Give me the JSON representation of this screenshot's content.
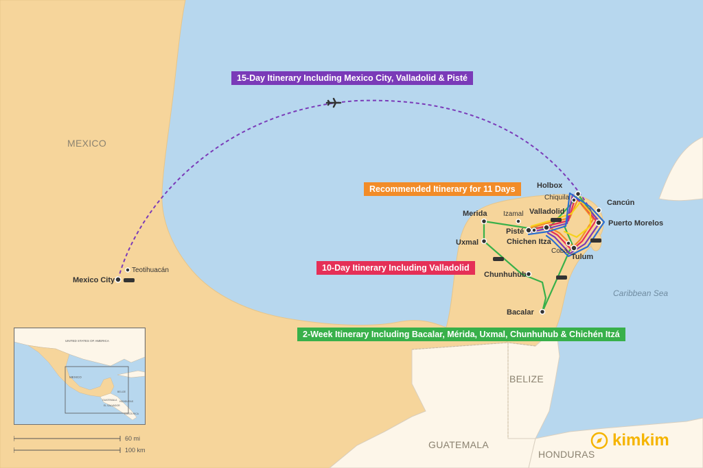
{
  "colors": {
    "water": "#b7d7ee",
    "mexico_land": "#f6d59b",
    "other_land": "#fdf6e9",
    "purple": "#7a3ab8",
    "orange": "#f28c28",
    "red": "#e52f57",
    "green": "#38b04a",
    "brand": "#f5b400"
  },
  "itineraries": [
    {
      "id": "15day",
      "label": "15-Day Itinerary Including Mexico City, Valladolid & Pisté",
      "color": "purple"
    },
    {
      "id": "11day",
      "label": "Recommended Itinerary for 11 Days",
      "color": "orange"
    },
    {
      "id": "10day",
      "label": "10-Day Itinerary Including Valladolid",
      "color": "red"
    },
    {
      "id": "2week",
      "label": "2-Week Itinerary Including Bacalar, Mérida, Uxmal, Chunhuhub & Chichén Itzá",
      "color": "green"
    }
  ],
  "places": {
    "mexico_city": "Mexico City",
    "teotihuacan": "Teotihuacán",
    "merida": "Merida",
    "uxmal": "Uxmal",
    "izamal": "Izamal",
    "piste": "Pisté",
    "chichen_itza": "Chichen Itza",
    "valladolid": "Valladolid",
    "holbox": "Holbox",
    "chiquila": "Chiquila",
    "cancun": "Cancún",
    "puerto_morelos": "Puerto Morelos",
    "coba": "Cobá",
    "tulum": "Tulum",
    "chunhuhub": "Chunhuhub",
    "bacalar": "Bacalar"
  },
  "regions": {
    "mexico": "MEXICO",
    "belize": "BELIZE",
    "guatemala": "GUATEMALA",
    "honduras": "HONDURAS",
    "caribbean_sea": "Caribbean Sea"
  },
  "inset": {
    "usa": "UNITED STATES OF AMERICA",
    "mexico": "MEXICO",
    "guatemala": "GUATEMALA",
    "honduras": "HONDURAS",
    "el_salvador": "EL SALVADOR",
    "costa_rica": "COSTA RICA",
    "belize": "BELIZE"
  },
  "scale": {
    "miles": "60 mi",
    "km": "100 km"
  },
  "brand": {
    "name": "kimkim"
  }
}
